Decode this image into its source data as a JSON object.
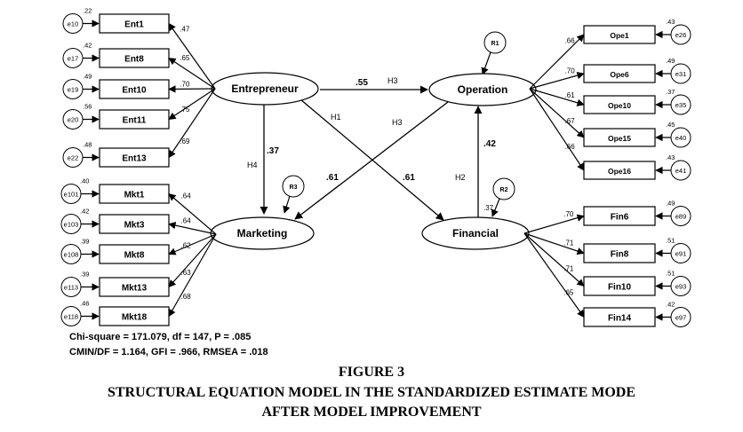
{
  "latent": {
    "entrepreneur": "Entrepreneur",
    "operation": "Operation",
    "marketing": "Marketing",
    "financial": "Financial"
  },
  "indicators": {
    "ent": [
      {
        "label": "Ent1",
        "error": "e10",
        "r2": ".22",
        "loading": ".47"
      },
      {
        "label": "Ent8",
        "error": "e17",
        "r2": ".42",
        "loading": ".65"
      },
      {
        "label": "Ent10",
        "error": "e19",
        "r2": ".49",
        "loading": ".70"
      },
      {
        "label": "Ent11",
        "error": "e20",
        "r2": ".56",
        "loading": ".75"
      },
      {
        "label": "Ent13",
        "error": "e22",
        "r2": ".48",
        "loading": ".69"
      }
    ],
    "mkt": [
      {
        "label": "Mkt1",
        "error": "e101",
        "r2": ".40",
        "loading": ".64"
      },
      {
        "label": "Mkt3",
        "error": "e103",
        "r2": ".42",
        "loading": ".64"
      },
      {
        "label": "Mkt8",
        "error": "e108",
        "r2": ".39",
        "loading": ".62"
      },
      {
        "label": "Mkt13",
        "error": "e113",
        "r2": ".39",
        "loading": ".63"
      },
      {
        "label": "Mkt18",
        "error": "e118",
        "r2": ".46",
        "loading": ".68"
      }
    ],
    "ope": [
      {
        "label": "Ope1",
        "error": "e26",
        "r2": ".43",
        "loading": ".66"
      },
      {
        "label": "Ope6",
        "error": "e31",
        "r2": ".49",
        "loading": ".70"
      },
      {
        "label": "Ope10",
        "error": "e35",
        "r2": ".37",
        "loading": ".61"
      },
      {
        "label": "Ope15",
        "error": "e40",
        "r2": ".45",
        "loading": ".67"
      },
      {
        "label": "Ope16",
        "error": "e41",
        "r2": ".43",
        "loading": ".66"
      }
    ],
    "fin": [
      {
        "label": "Fin6",
        "error": "e89",
        "r2": ".49",
        "loading": ".70"
      },
      {
        "label": "Fin8",
        "error": "e91",
        "r2": ".51",
        "loading": ".71"
      },
      {
        "label": "Fin10",
        "error": "e93",
        "r2": ".51",
        "loading": ".71"
      },
      {
        "label": "Fin14",
        "error": "e97",
        "r2": ".42",
        "loading": ".65"
      }
    ]
  },
  "residuals": {
    "operation": "R1",
    "financial": "R2",
    "marketing": "R3",
    "financial_r2": ".37"
  },
  "paths": {
    "ent_ope": {
      "coef": ".55",
      "hyp": "H3"
    },
    "ent_mkt": {
      "coef": ".37",
      "hyp": "H4"
    },
    "ent_fin": {
      "coef": ".61",
      "hyp": "H1"
    },
    "ope_mkt": {
      "coef": ".61",
      "hyp": "H3"
    },
    "fin_ope": {
      "coef": ".42",
      "hyp": "H2"
    }
  },
  "fit": {
    "line1": "Chi-square = 171.079, df = 147, P = .085",
    "line2": "CMIN/DF = 1.164, GFI = .966, RMSEA = .018"
  },
  "caption": {
    "line1": "FIGURE 3",
    "line2": "STRUCTURAL EQUATION MODEL IN THE STANDARDIZED ESTIMATE MODE",
    "line3": "AFTER MODEL IMPROVEMENT"
  }
}
